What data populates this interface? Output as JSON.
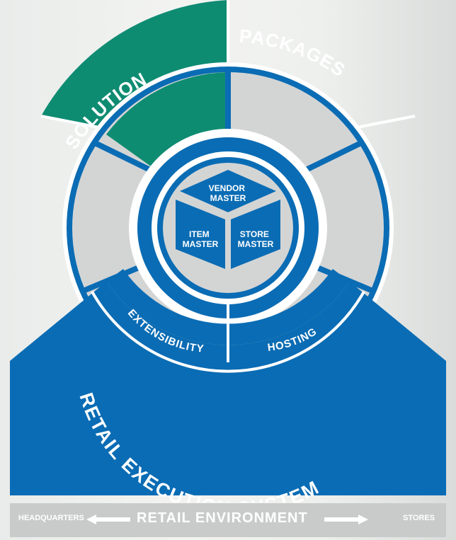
{
  "diagram": {
    "outer_ring": {
      "label_part1": "SOLUTION",
      "label_part2": "PACKAGES"
    },
    "core": {
      "vendor_master": [
        "VENDOR",
        "MASTER"
      ],
      "item_master": [
        "ITEM",
        "MASTER"
      ],
      "store_master": [
        "STORE",
        "MASTER"
      ]
    },
    "lower_segments": {
      "extensibility": "EXTENSIBILITY",
      "hosting": "HOSTING"
    },
    "base_label": "RETAIL EXECUTION SYSTEM"
  },
  "footer": {
    "left": "HEADQUARTERS",
    "center": "RETAIL ENVIRONMENT",
    "right": "STORES"
  },
  "colors": {
    "blue": "#0a6cb4",
    "green": "#0e8c72",
    "gray": "#c9cbcb",
    "light_gray": "#d3d5d5"
  }
}
